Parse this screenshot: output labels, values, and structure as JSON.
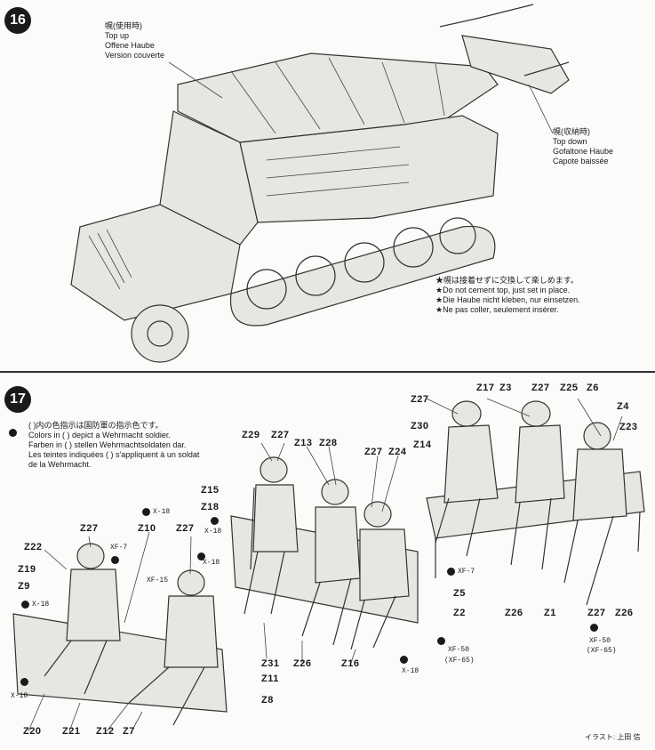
{
  "steps": {
    "step16": {
      "number": "16",
      "top_up": [
        "幌(使用時)",
        "Top up",
        "Offene Haube",
        "Version couverte"
      ],
      "top_down": [
        "幌(収納時)",
        "Top down",
        "Gofaltone Haube",
        "Capote baissée"
      ],
      "note": [
        "★幌は接着せずに交換して楽しめます。",
        "★Do not cement top, just set in place.",
        "★Die Haube nicht kleben, nur einsetzen.",
        "★Ne pas coller, seulement insérer."
      ]
    },
    "step17": {
      "number": "17",
      "color_note": [
        "( )内の色指示は国防軍の指示色です。",
        "Colors in ( ) depict a Wehrmacht soldier.",
        "Farben in ( ) stellen Wehrmachtsoldaten dar.",
        "Les teintes indiquées ( ) s'appliquent à un soldat",
        "de la Wehrmacht."
      ],
      "labels": {
        "z27a": "Z27",
        "z30": "Z30",
        "z14": "Z14",
        "z17": "Z17",
        "z3": "Z3",
        "z27b": "Z27",
        "z25": "Z25",
        "z6": "Z6",
        "z4": "Z4",
        "z23": "Z23",
        "z29": "Z29",
        "z27c": "Z27",
        "z13": "Z13",
        "z28": "Z28",
        "z27d": "Z27",
        "z24": "Z24",
        "z15": "Z15",
        "z18": "Z18",
        "z10": "Z10",
        "z27e": "Z27",
        "z27f": "Z27",
        "z22": "Z22",
        "z19": "Z19",
        "z9": "Z9",
        "z5": "Z5",
        "z2": "Z2",
        "z26a": "Z26",
        "z1": "Z1",
        "z27g": "Z27",
        "z26b": "Z26",
        "z31": "Z31",
        "z26c": "Z26",
        "z16": "Z16",
        "z11": "Z11",
        "z8": "Z8",
        "z20": "Z20",
        "z21": "Z21",
        "z12": "Z12",
        "z7": "Z7"
      },
      "colors": {
        "x18a": "X-18",
        "x18b": "X-18",
        "x18c": "X-18",
        "x18d": "X-18",
        "x18e": "X-18",
        "x18f": "X-18",
        "xf7a": "XF-7",
        "xf7b": "XF-7",
        "xf15": "XF-15",
        "xf50a": "XF-50",
        "xf65a": "(XF-65)",
        "xf50b": "XF-50",
        "xf65b": "(XF-65)"
      },
      "credit": "イラスト: 上田 信"
    }
  }
}
